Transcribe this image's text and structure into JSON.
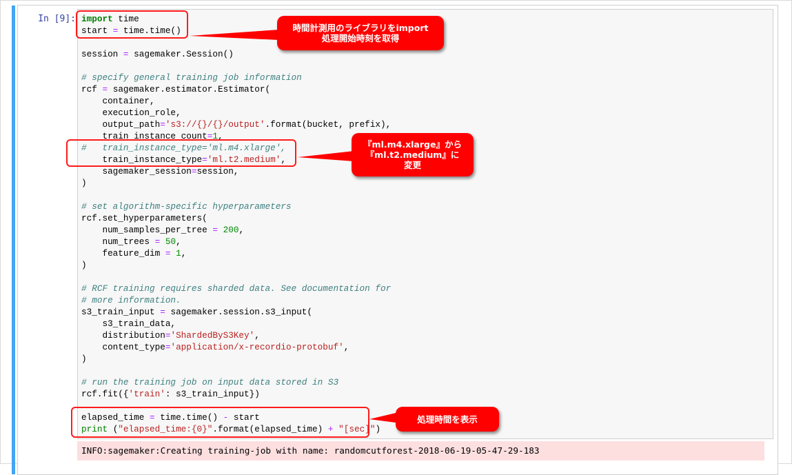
{
  "cell": {
    "prompt": "In [9]:",
    "lines": [
      [
        {
          "t": "import",
          "c": "kw"
        },
        {
          "t": " time",
          "c": ""
        }
      ],
      [
        {
          "t": "start ",
          "c": ""
        },
        {
          "t": "=",
          "c": "op"
        },
        {
          "t": " time.time()",
          "c": ""
        }
      ],
      [],
      [
        {
          "t": "session ",
          "c": ""
        },
        {
          "t": "=",
          "c": "op"
        },
        {
          "t": " sagemaker.Session()",
          "c": ""
        }
      ],
      [],
      [
        {
          "t": "# specify general training job information",
          "c": "cm"
        }
      ],
      [
        {
          "t": "rcf ",
          "c": ""
        },
        {
          "t": "=",
          "c": "op"
        },
        {
          "t": " sagemaker.estimator.Estimator(",
          "c": ""
        }
      ],
      [
        {
          "t": "    container,",
          "c": ""
        }
      ],
      [
        {
          "t": "    execution_role,",
          "c": ""
        }
      ],
      [
        {
          "t": "    output_path",
          "c": ""
        },
        {
          "t": "=",
          "c": "op"
        },
        {
          "t": "'s3://{}/{}/output'",
          "c": "str"
        },
        {
          "t": ".format(bucket, prefix),",
          "c": ""
        }
      ],
      [
        {
          "t": "    train_instance_count",
          "c": ""
        },
        {
          "t": "=",
          "c": "op"
        },
        {
          "t": "1",
          "c": "num"
        },
        {
          "t": ",",
          "c": ""
        }
      ],
      [
        {
          "t": "#   train_instance_type='ml.m4.xlarge',",
          "c": "cm"
        }
      ],
      [
        {
          "t": "    train_instance_type",
          "c": ""
        },
        {
          "t": "=",
          "c": "op"
        },
        {
          "t": "'ml.t2.medium'",
          "c": "str"
        },
        {
          "t": ",",
          "c": ""
        }
      ],
      [
        {
          "t": "    sagemaker_session",
          "c": ""
        },
        {
          "t": "=",
          "c": "op"
        },
        {
          "t": "session,",
          "c": ""
        }
      ],
      [
        {
          "t": ")",
          "c": ""
        }
      ],
      [],
      [
        {
          "t": "# set algorithm-specific hyperparameters",
          "c": "cm"
        }
      ],
      [
        {
          "t": "rcf.set_hyperparameters(",
          "c": ""
        }
      ],
      [
        {
          "t": "    num_samples_per_tree ",
          "c": ""
        },
        {
          "t": "=",
          "c": "op"
        },
        {
          "t": " ",
          "c": ""
        },
        {
          "t": "200",
          "c": "num"
        },
        {
          "t": ",",
          "c": ""
        }
      ],
      [
        {
          "t": "    num_trees ",
          "c": ""
        },
        {
          "t": "=",
          "c": "op"
        },
        {
          "t": " ",
          "c": ""
        },
        {
          "t": "50",
          "c": "num"
        },
        {
          "t": ",",
          "c": ""
        }
      ],
      [
        {
          "t": "    feature_dim ",
          "c": ""
        },
        {
          "t": "=",
          "c": "op"
        },
        {
          "t": " ",
          "c": ""
        },
        {
          "t": "1",
          "c": "num"
        },
        {
          "t": ",",
          "c": ""
        }
      ],
      [
        {
          "t": ")",
          "c": ""
        }
      ],
      [],
      [
        {
          "t": "# RCF training requires sharded data. See documentation for",
          "c": "cm"
        }
      ],
      [
        {
          "t": "# more information.",
          "c": "cm"
        }
      ],
      [
        {
          "t": "s3_train_input ",
          "c": ""
        },
        {
          "t": "=",
          "c": "op"
        },
        {
          "t": " sagemaker.session.s3_input(",
          "c": ""
        }
      ],
      [
        {
          "t": "    s3_train_data,",
          "c": ""
        }
      ],
      [
        {
          "t": "    distribution",
          "c": ""
        },
        {
          "t": "=",
          "c": "op"
        },
        {
          "t": "'ShardedByS3Key'",
          "c": "str"
        },
        {
          "t": ",",
          "c": ""
        }
      ],
      [
        {
          "t": "    content_type",
          "c": ""
        },
        {
          "t": "=",
          "c": "op"
        },
        {
          "t": "'application/x-recordio-protobuf'",
          "c": "str"
        },
        {
          "t": ",",
          "c": ""
        }
      ],
      [
        {
          "t": ")",
          "c": ""
        }
      ],
      [],
      [
        {
          "t": "# run the training job on input data stored in S3",
          "c": "cm"
        }
      ],
      [
        {
          "t": "rcf.fit({",
          "c": ""
        },
        {
          "t": "'train'",
          "c": "str"
        },
        {
          "t": ": s3_train_input})",
          "c": ""
        }
      ],
      [],
      [
        {
          "t": "elapsed_time ",
          "c": ""
        },
        {
          "t": "=",
          "c": "op"
        },
        {
          "t": " time.time() ",
          "c": ""
        },
        {
          "t": "-",
          "c": "op"
        },
        {
          "t": " start",
          "c": ""
        }
      ],
      [
        {
          "t": "print",
          "c": "bi"
        },
        {
          "t": " (",
          "c": ""
        },
        {
          "t": "\"elapsed_time:{0}\"",
          "c": "str"
        },
        {
          "t": ".format(elapsed_time) ",
          "c": ""
        },
        {
          "t": "+",
          "c": "op"
        },
        {
          "t": " ",
          "c": ""
        },
        {
          "t": "\"[sec]\"",
          "c": "str"
        },
        {
          "t": ")",
          "c": ""
        }
      ]
    ],
    "output": "INFO:sagemaker:Creating training-job with name: randomcutforest-2018-06-19-05-47-29-183"
  },
  "annotations": {
    "import_callout": {
      "line1": "時間計測用のライブラリをimport",
      "line2": "処理開始時刻を取得"
    },
    "instance_callout": {
      "line1": "『ml.m4.xlarge』から",
      "line2": "『ml.t2.medium』に",
      "line3": "変更"
    },
    "elapsed_callout": {
      "line1": "処理時間を表示"
    }
  },
  "colors": {
    "annotation_red": "#ff0000",
    "prompt_blue": "#303f9f",
    "selected_cell_bar": "#42a5f5",
    "output_stderr_bg": "#fddfe0"
  }
}
